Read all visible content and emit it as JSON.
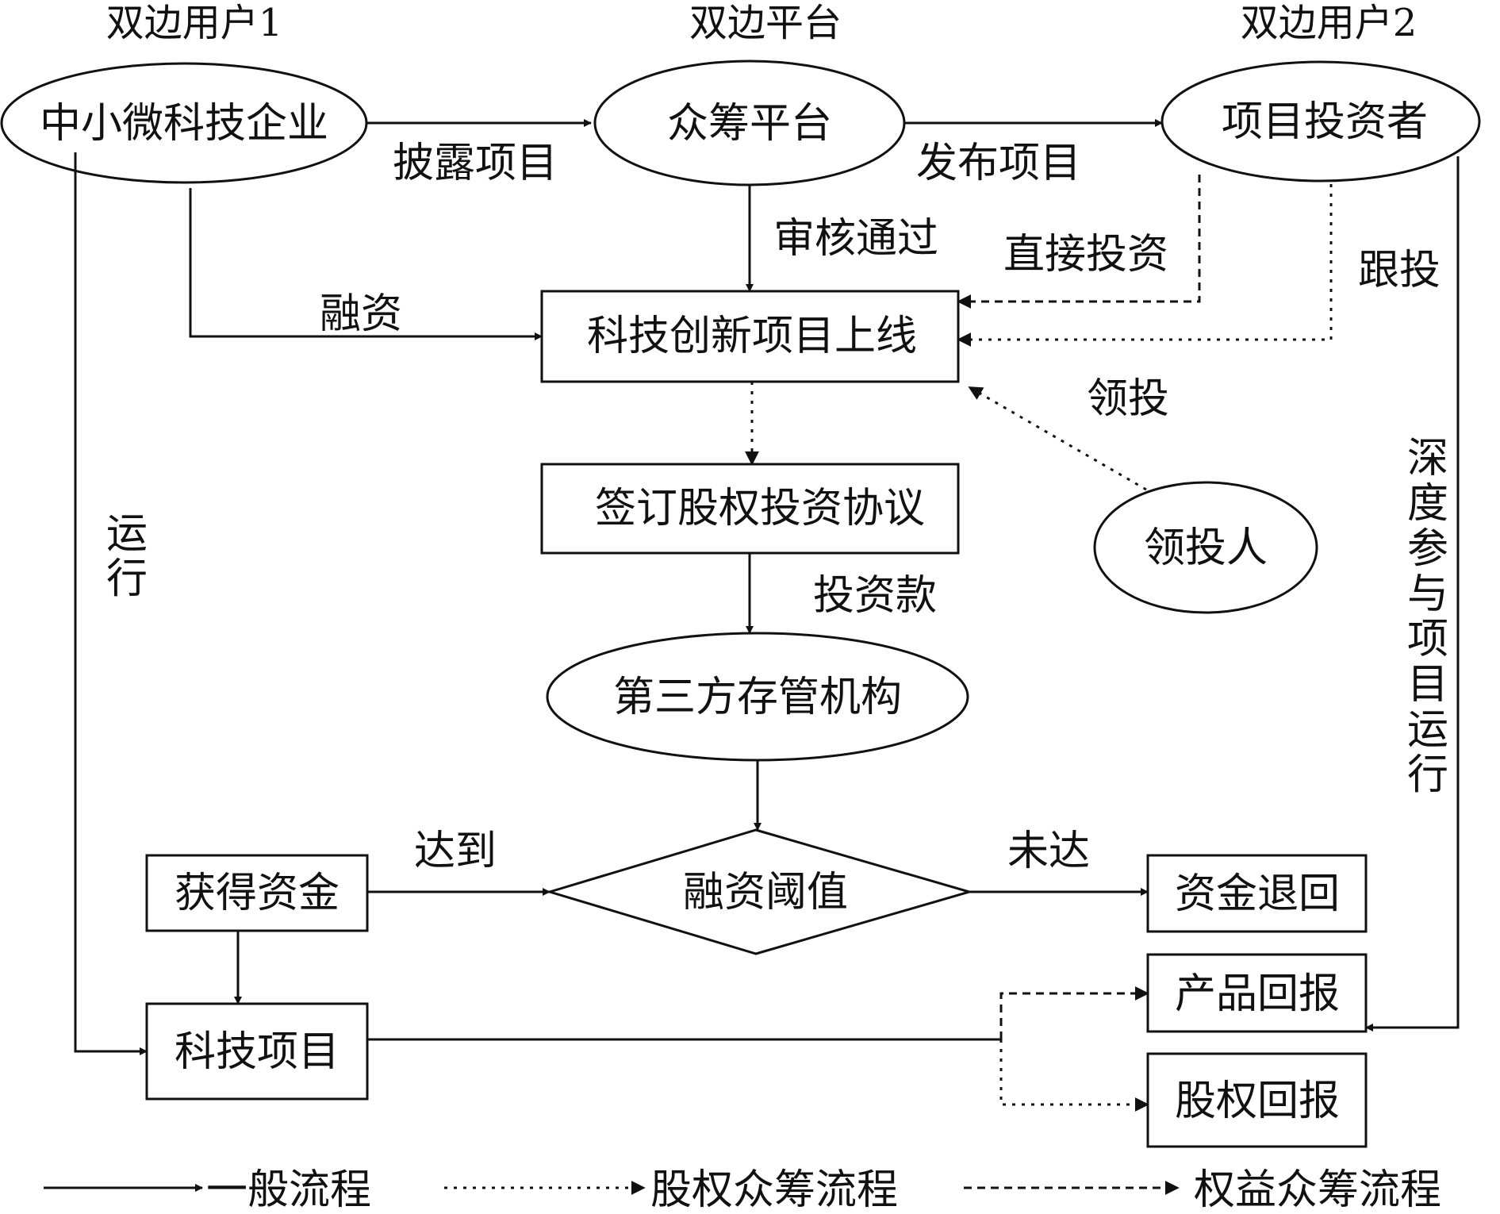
{
  "headers": {
    "user1": "双边用户1",
    "platform": "双边平台",
    "user2": "双边用户2"
  },
  "nodes": {
    "sme": "中小微科技企业",
    "crowdfunding_platform": "众筹平台",
    "investor": "项目投资者",
    "project_online": "科技创新项目上线",
    "sign_agreement": "签订股权投资协议",
    "lead_investor": "领投人",
    "custodian": "第三方存管机构",
    "threshold": "融资阈值",
    "get_funds": "获得资金",
    "refund": "资金退回",
    "tech_project": "科技项目",
    "product_return": "产品回报",
    "equity_return": "股权回报"
  },
  "edge_labels": {
    "disclose": "披露项目",
    "publish": "发布项目",
    "approved": "审核通过",
    "direct_invest": "直接投资",
    "follow": "跟投",
    "financing": "融资",
    "lead": "领投",
    "operate": "运行",
    "deep_participation": "深度参与项目运行",
    "investment_funds": "投资款",
    "reached": "达到",
    "not_reached": "未达"
  },
  "legend": {
    "general": "一般流程",
    "equity": "股权众筹流程",
    "rights": "权益众筹流程"
  }
}
